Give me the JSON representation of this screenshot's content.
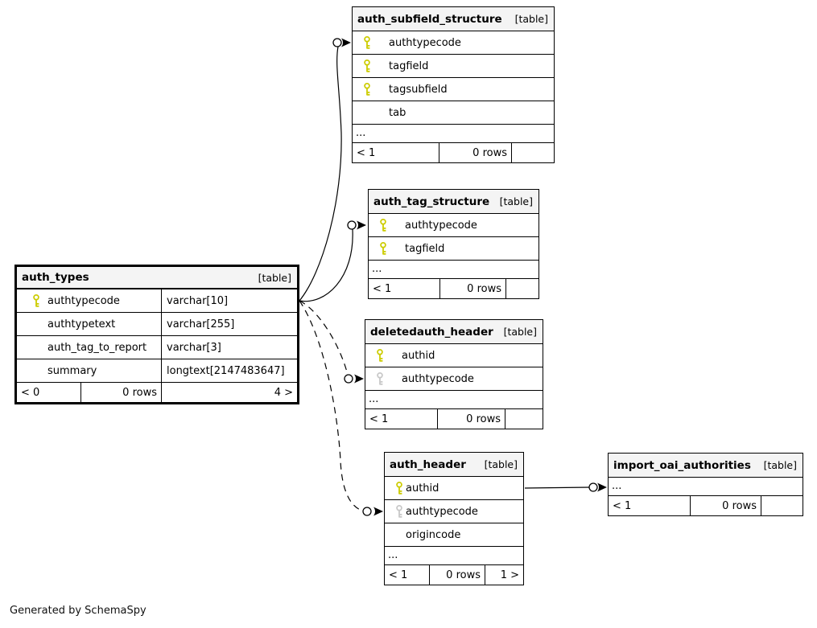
{
  "diagram": {
    "note": "Generated by SchemaSpy",
    "colors": {
      "primary_key": "#cccc00",
      "foreign_key": "#c8c8c8",
      "header_bg": "#f4f4f4",
      "line": "#000000"
    }
  },
  "tables": {
    "auth_subfield_structure": {
      "title": "auth_subfield_structure",
      "badge": "[table]",
      "columns": [
        {
          "name": "authtypecode",
          "key": "primary"
        },
        {
          "name": "tagfield",
          "key": "primary"
        },
        {
          "name": "tagsubfield",
          "key": "primary"
        },
        {
          "name": "tab",
          "key": "none"
        }
      ],
      "more": "...",
      "footer": {
        "left": "< 1",
        "center": "0 rows",
        "right": ""
      }
    },
    "auth_tag_structure": {
      "title": "auth_tag_structure",
      "badge": "[table]",
      "columns": [
        {
          "name": "authtypecode",
          "key": "primary"
        },
        {
          "name": "tagfield",
          "key": "primary"
        }
      ],
      "more": "...",
      "footer": {
        "left": "< 1",
        "center": "0 rows",
        "right": ""
      }
    },
    "auth_types": {
      "title": "auth_types",
      "badge": "[table]",
      "columns": [
        {
          "name": "authtypecode",
          "type": "varchar[10]",
          "key": "primary"
        },
        {
          "name": "authtypetext",
          "type": "varchar[255]",
          "key": "none"
        },
        {
          "name": "auth_tag_to_report",
          "type": "varchar[3]",
          "key": "none"
        },
        {
          "name": "summary",
          "type": "longtext[2147483647]",
          "key": "none"
        }
      ],
      "footer": {
        "left": "< 0",
        "center": "0 rows",
        "right": "4 >"
      }
    },
    "deletedauth_header": {
      "title": "deletedauth_header",
      "badge": "[table]",
      "columns": [
        {
          "name": "authid",
          "key": "primary"
        },
        {
          "name": "authtypecode",
          "key": "foreign"
        }
      ],
      "more": "...",
      "footer": {
        "left": "< 1",
        "center": "0 rows",
        "right": ""
      }
    },
    "auth_header": {
      "title": "auth_header",
      "badge": "[table]",
      "columns": [
        {
          "name": "authid",
          "key": "primary"
        },
        {
          "name": "authtypecode",
          "key": "foreign"
        },
        {
          "name": "origincode",
          "key": "none"
        }
      ],
      "more": "...",
      "footer": {
        "left": "< 1",
        "center": "0 rows",
        "right": "1 >"
      }
    },
    "import_oai_authorities": {
      "title": "import_oai_authorities",
      "badge": "[table]",
      "columns": [],
      "more": "...",
      "footer": {
        "left": "< 1",
        "center": "0 rows",
        "right": ""
      }
    }
  },
  "relationships": [
    {
      "from": "auth_types.authtypecode",
      "to": "auth_subfield_structure.authtypecode",
      "style": "solid"
    },
    {
      "from": "auth_types.authtypecode",
      "to": "auth_tag_structure.authtypecode",
      "style": "solid"
    },
    {
      "from": "auth_types.authtypecode",
      "to": "deletedauth_header.authtypecode",
      "style": "dashed"
    },
    {
      "from": "auth_types.authtypecode",
      "to": "auth_header.authtypecode",
      "style": "dashed"
    },
    {
      "from": "auth_header.authid",
      "to": "import_oai_authorities",
      "style": "solid"
    }
  ]
}
